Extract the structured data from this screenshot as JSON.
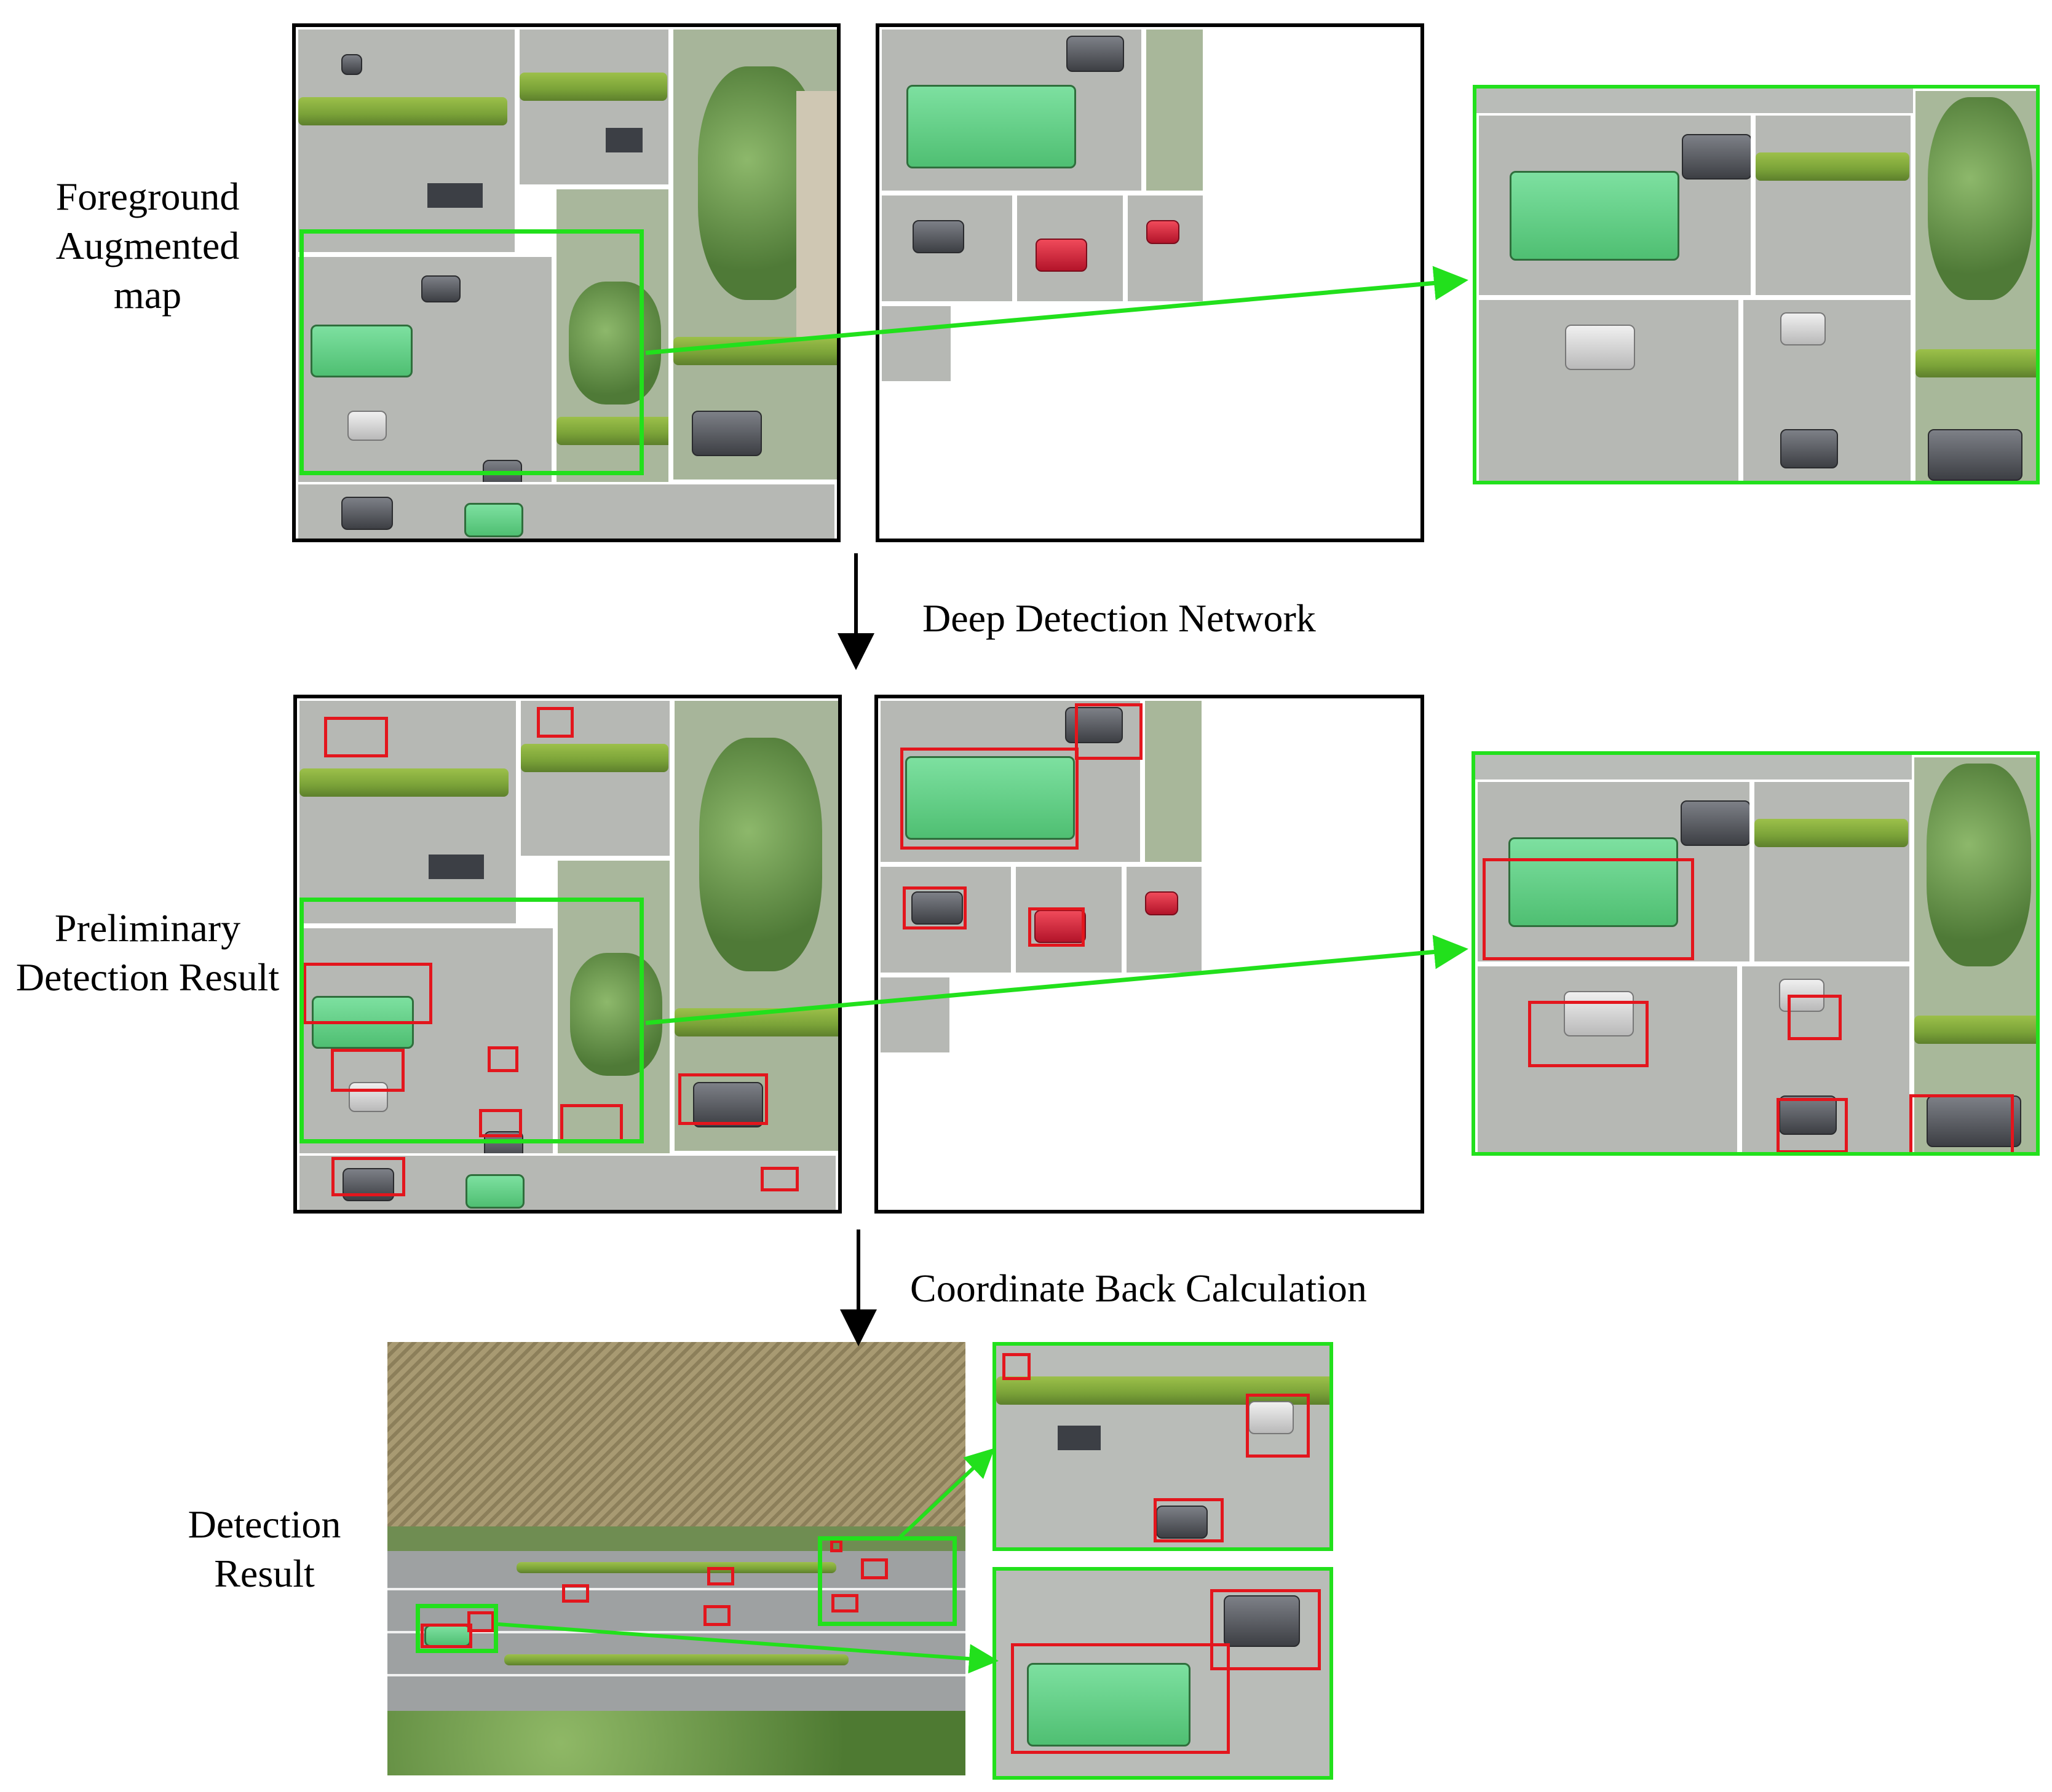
{
  "labels": {
    "row1": "Foreground\nAugmented\nmap",
    "row2": "Preliminary\nDetection Result",
    "row3": "Detection\nResult"
  },
  "arrows": {
    "step1": "Deep Detection Network",
    "step2": "Coordinate Back Calculation"
  },
  "colors": {
    "zoom_frame": "#22e01c",
    "detection_box": "#e3161d",
    "panel_border": "#000000"
  }
}
